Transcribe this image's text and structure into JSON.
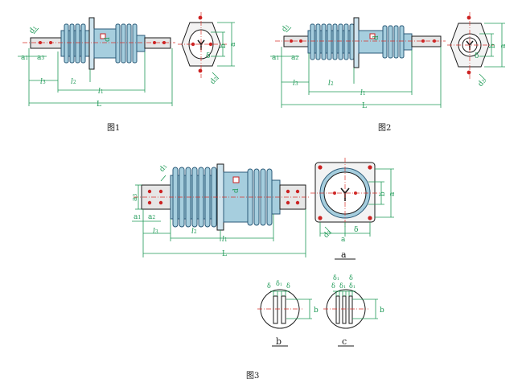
{
  "figures": {
    "fig1": {
      "caption": "图1"
    },
    "fig2": {
      "caption": "图2"
    },
    "fig3": {
      "caption": "图3",
      "sub_a": "a",
      "sub_b": "b",
      "sub_c": "c"
    }
  },
  "dims": {
    "L": "L",
    "l1": "l",
    "l1_sub": "1",
    "l2": "l",
    "l2_sub": "2",
    "l3": "l",
    "l3_sub": "3",
    "a1": "a",
    "a1_sub": "1",
    "a2": "a",
    "a2_sub": "2",
    "a3": "a",
    "a3_sub": "3",
    "a": "a",
    "b": "b",
    "d": "d",
    "delta": "δ",
    "delta1": "δ",
    "delta1_sub": "1",
    "d1": "d",
    "d1_sub": "1",
    "d2": "d",
    "d2_sub": "2"
  },
  "colors": {
    "insulator_fill": "#a6cede",
    "insulator_stroke": "#2b5a78",
    "dim_line": "#1f9a57",
    "center_line": "#d9332c",
    "outline": "#1a1a1a",
    "terminal_fill": "#e6e6e6"
  }
}
